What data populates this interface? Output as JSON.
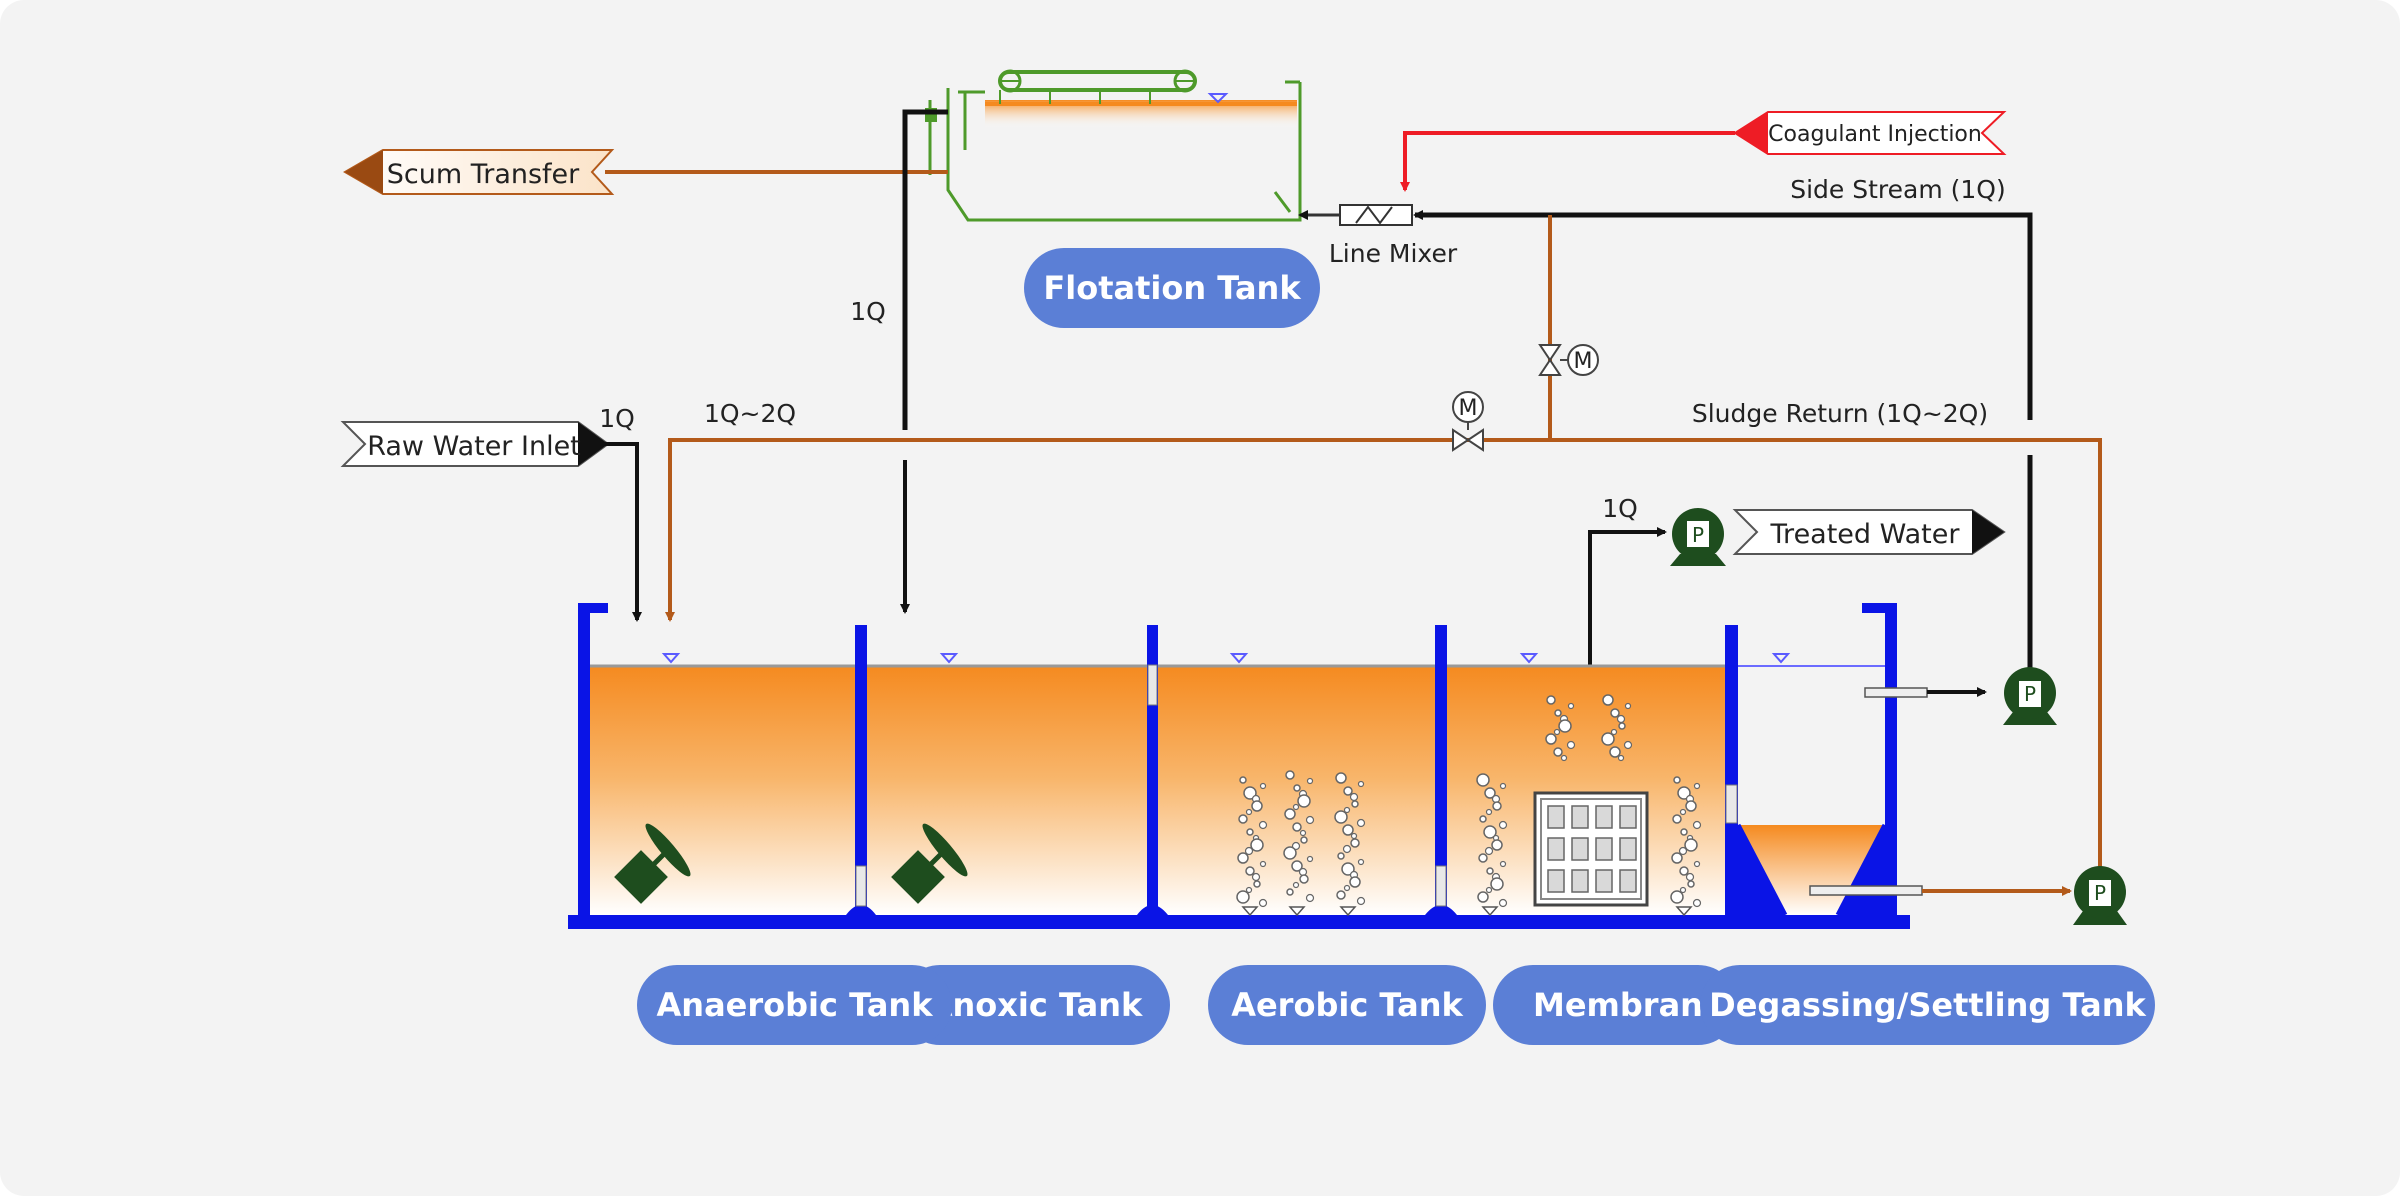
{
  "inputs": {
    "raw_water_inlet": "Raw Water Inlet",
    "coagulant_injection": "Coagulant Injection"
  },
  "outputs": {
    "scum_transfer": "Scum Transfer",
    "treated_water": "Treated Water"
  },
  "flow_labels": {
    "raw_flow": "1Q",
    "return_flow": "1Q~2Q",
    "flotation_out": "1Q",
    "membrane_out": "1Q",
    "side_stream": "Side Stream (1Q)",
    "sludge_return": "Sludge Return (1Q~2Q)",
    "line_mixer": "Line Mixer"
  },
  "equipment": {
    "motor": "M",
    "pump": "P"
  },
  "tanks": {
    "flotation": "Flotation Tank",
    "anaerobic": "Anaerobic Tank",
    "anoxic": "Anoxic Tank",
    "aerobic": "Aerobic Tank",
    "membrane": "Membrane Tank",
    "degassing": "Degassing/Settling Tank"
  },
  "colors": {
    "tank_wall": "#0a14e6",
    "sludge": "#f58a1f",
    "return_line": "#b35a1a",
    "flotation_outline": "#4e9a2a",
    "coagulant": "#ee1c25",
    "pump_body": "#1e4d1e",
    "pill": "#5b7fd6"
  }
}
